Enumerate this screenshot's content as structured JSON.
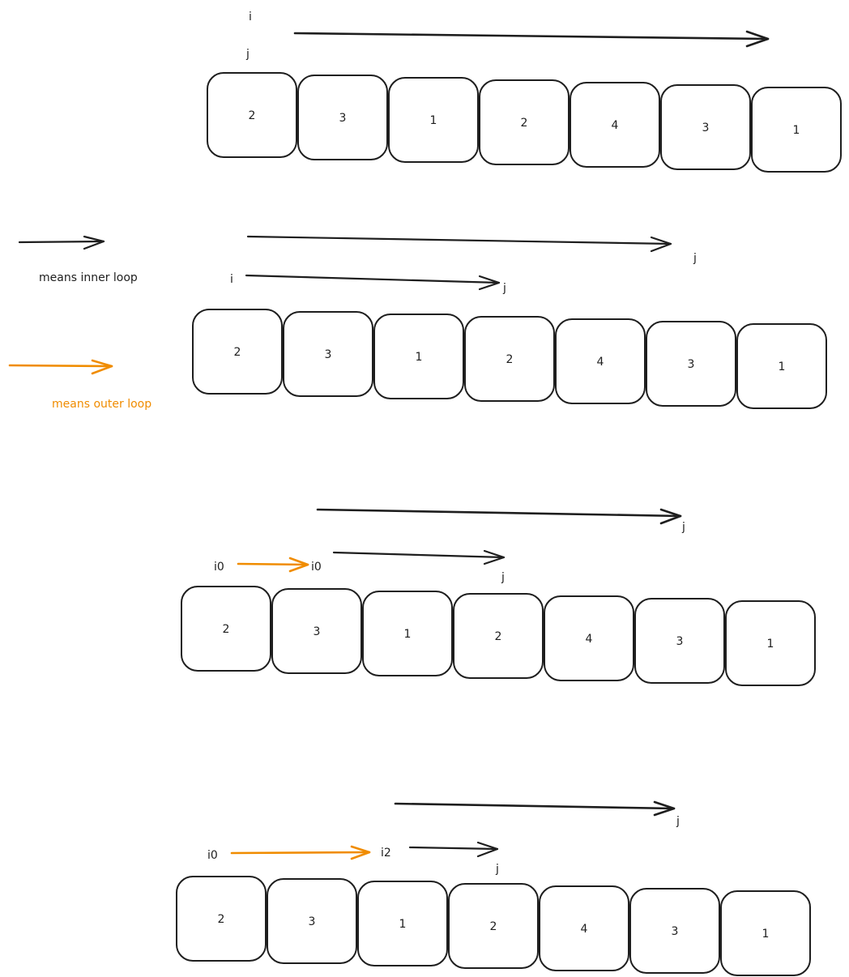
{
  "colors": {
    "ink": "#1e1e1e",
    "outer": "#f08c00",
    "background": "#ffffff"
  },
  "legend": {
    "inner_label": "means inner loop",
    "outer_label": "means outer loop"
  },
  "array_values": [
    "2",
    "3",
    "1",
    "2",
    "4",
    "3",
    "1"
  ],
  "rows": [
    {
      "labels": {
        "top_i": "i",
        "top_j": "j"
      }
    },
    {
      "labels": {
        "long_j": "j",
        "short_i": "i",
        "short_j": "j"
      }
    },
    {
      "labels": {
        "long_j": "j",
        "start_i": "i0",
        "arrow_i": "i0",
        "short_j": "j"
      }
    },
    {
      "labels": {
        "long_j": "j",
        "start_i": "i0",
        "arrow_i": "i2",
        "short_j": "j"
      }
    }
  ]
}
